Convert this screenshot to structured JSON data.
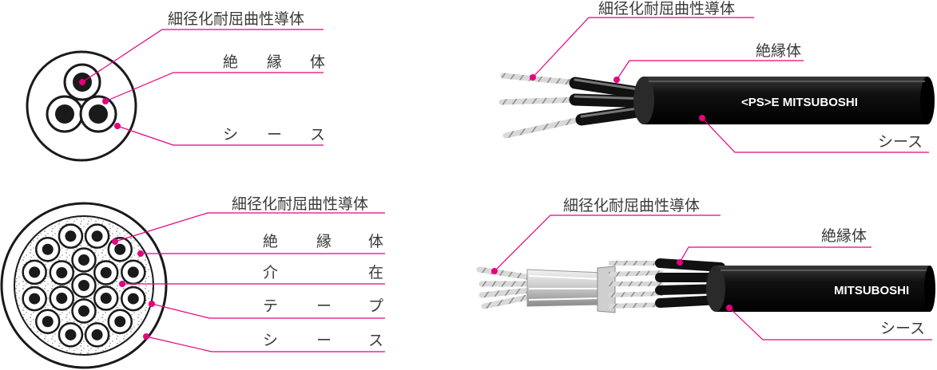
{
  "colors": {
    "leader": "#e6007e",
    "conductor": "#1a1a1a",
    "sheath": "#111111",
    "label_text": "#3a3a3a"
  },
  "figures": {
    "section_3core": {
      "labels": {
        "conductor": "細径化耐屈曲性導体",
        "insulation": [
          "絶",
          "縁",
          "体"
        ],
        "sheath": [
          "シ",
          "ー",
          "ス"
        ]
      }
    },
    "cable_3core": {
      "labels": {
        "conductor": "細径化耐屈曲性導体",
        "insulation": "絶縁体",
        "sheath": "シース"
      },
      "marking": "<PS>E  MITSUBOSHI"
    },
    "section_multicore": {
      "labels": {
        "conductor": "細径化耐屈曲性導体",
        "insulation": [
          "絶",
          "縁",
          "体"
        ],
        "filler": [
          "介",
          "在"
        ],
        "tape": [
          "テ",
          "ー",
          "プ"
        ],
        "sheath": [
          "シ",
          "ー",
          "ス"
        ]
      }
    },
    "cable_multicore": {
      "labels": {
        "conductor": "細径化耐屈曲性導体",
        "insulation": "絶縁体",
        "sheath": "シース"
      },
      "marking": "MITSUBOSHI"
    }
  }
}
